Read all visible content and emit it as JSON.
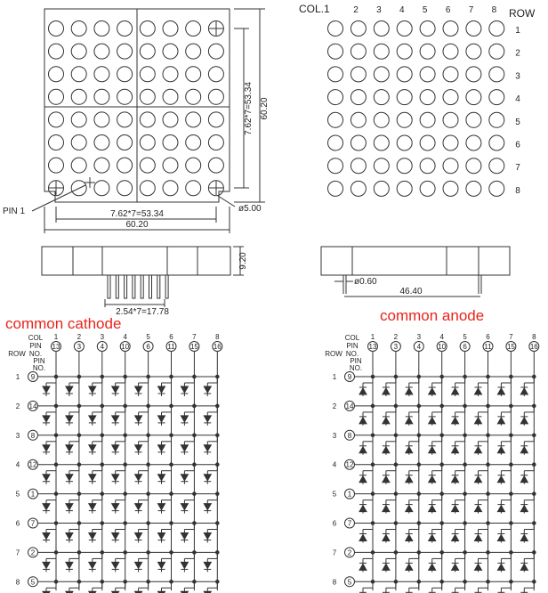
{
  "front": {
    "dim_vertical": "7.62*7=53.34",
    "dim_vertical_total": "60.20",
    "dim_horizontal": "7.62*7=53.34",
    "dim_horizontal_total": "60.20",
    "pin1_label": "PIN 1",
    "diameter_label": "ø5.00"
  },
  "grid": {
    "col_label": "COL.1",
    "row_label": "ROW",
    "cols": [
      "2",
      "3",
      "4",
      "5",
      "6",
      "7",
      "8"
    ],
    "rows": [
      "1",
      "2",
      "3",
      "4",
      "5",
      "6",
      "7",
      "8"
    ]
  },
  "side": {
    "height_label": "9.20",
    "pitch_label": "2.54*7=17.78",
    "pin_dia_label": "ø0.60",
    "pin_span_label": "46.40"
  },
  "cathode": {
    "title": "common cathode",
    "col_hdr": "COL",
    "pin_hdr": "PIN",
    "no_hdr": "NO.",
    "row_hdr": "ROW",
    "col_nums": [
      "1",
      "2",
      "3",
      "4",
      "5",
      "6",
      "7",
      "8"
    ],
    "col_pins": [
      "13",
      "3",
      "4",
      "10",
      "6",
      "11",
      "15",
      "16"
    ],
    "row_nums": [
      "1",
      "2",
      "3",
      "4",
      "5",
      "6",
      "7",
      "8"
    ],
    "row_pins": [
      "9",
      "14",
      "8",
      "12",
      "1",
      "7",
      "2",
      "5"
    ]
  },
  "anode": {
    "title": "common anode",
    "col_hdr": "COL",
    "pin_hdr": "PIN",
    "no_hdr": "NO.",
    "row_hdr": "ROW",
    "col_nums": [
      "1",
      "2",
      "3",
      "4",
      "5",
      "6",
      "7",
      "8"
    ],
    "col_pins": [
      "13",
      "3",
      "4",
      "10",
      "6",
      "11",
      "15",
      "16"
    ],
    "row_nums": [
      "1",
      "2",
      "3",
      "4",
      "5",
      "6",
      "7",
      "8"
    ],
    "row_pins": [
      "9",
      "14",
      "8",
      "12",
      "1",
      "7",
      "2",
      "5"
    ]
  }
}
